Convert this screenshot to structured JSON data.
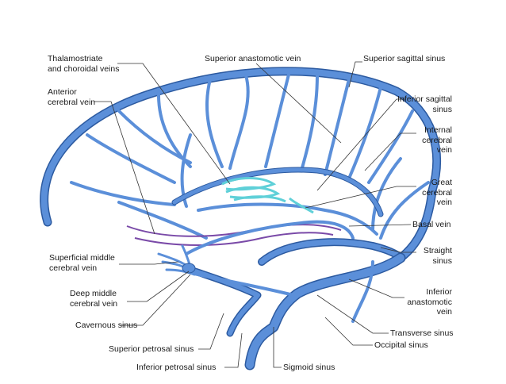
{
  "colors": {
    "vein_fill": "#5b8fd9",
    "vein_outline": "#2c5aa0",
    "choroid": "#5fd0d8",
    "basal": "#7a4aa8",
    "leader": "#333333"
  },
  "labels": {
    "thalamostriate": "Thalamostriate\nand choroidal veins",
    "anterior_cerebral": "Anterior\ncerebral vein",
    "superior_anastomotic": "Superior anastomotic vein",
    "superior_sagittal": "Superior sagittal sinus",
    "inferior_sagittal": "Inferior sagittal\nsinus",
    "internal_cerebral": "Internal\ncerebral\nvein",
    "great_cerebral": "Great\ncerebral\nvein",
    "basal_vein": "Basal vein",
    "straight_sinus": "Straight\nsinus",
    "superficial_middle": "Superficial middle\ncerebral vein",
    "deep_middle": "Deep middle\ncerebral vein",
    "inferior_anastomotic": "Inferior\nanastomotic\nvein",
    "cavernous": "Cavernous sinus",
    "transverse": "Transverse sinus",
    "superior_petrosal": "Superior petrosal sinus",
    "occipital": "Occipital sinus",
    "inferior_petrosal": "Inferior petrosal sinus",
    "sigmoid": "Sigmoid sinus"
  }
}
